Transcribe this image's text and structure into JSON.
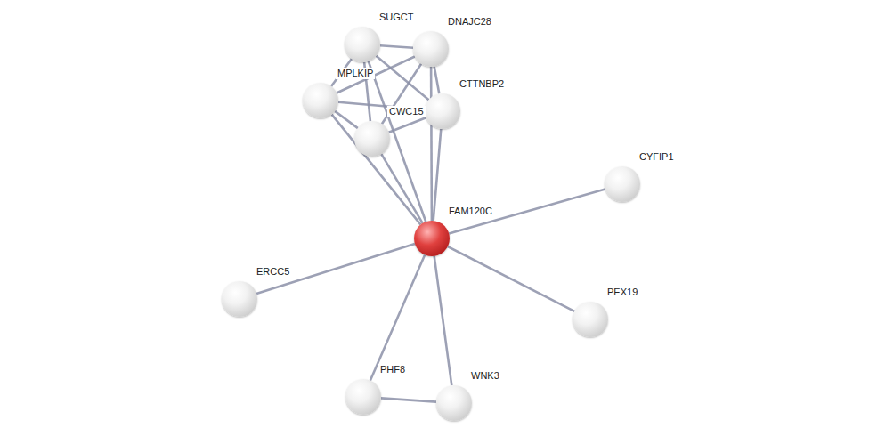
{
  "diagram": {
    "nodes": [
      {
        "text": [
          "SUGCT"
        ]
      },
      {
        "text": [
          "DNAJC28"
        ]
      },
      {
        "text": [
          "MPLKIP"
        ]
      },
      {
        "text": [
          "CTTNBP2"
        ]
      },
      {
        "text": [
          "CWC15"
        ]
      },
      {
        "text": [
          "CYFIP1"
        ]
      },
      {
        "text": [
          "FAM120C"
        ]
      },
      {
        "text": [
          "ERCC5"
        ]
      },
      {
        "text": [
          "PEX19"
        ]
      },
      {
        "text": [
          "PHF8"
        ]
      },
      {
        "text": [
          "WNK3"
        ]
      }
    ],
    "edges": [
      {
        "from": 6,
        "to": 0,
        "arrow": "none"
      },
      {
        "from": 6,
        "to": 1,
        "arrow": "none"
      },
      {
        "from": 6,
        "to": 2,
        "arrow": "none"
      },
      {
        "from": 6,
        "to": 3,
        "arrow": "none"
      },
      {
        "from": 6,
        "to": 4,
        "arrow": "none"
      },
      {
        "from": 6,
        "to": 5,
        "arrow": "none"
      },
      {
        "from": 6,
        "to": 7,
        "arrow": "none"
      },
      {
        "from": 6,
        "to": 8,
        "arrow": "none"
      },
      {
        "from": 6,
        "to": 9,
        "arrow": "none"
      },
      {
        "from": 6,
        "to": 10,
        "arrow": "none"
      },
      {
        "from": 0,
        "to": 1,
        "arrow": "none"
      },
      {
        "from": 0,
        "to": 2,
        "arrow": "none"
      },
      {
        "from": 0,
        "to": 3,
        "arrow": "none"
      },
      {
        "from": 0,
        "to": 4,
        "arrow": "none"
      },
      {
        "from": 1,
        "to": 2,
        "arrow": "none"
      },
      {
        "from": 1,
        "to": 3,
        "arrow": "none"
      },
      {
        "from": 1,
        "to": 4,
        "arrow": "none"
      },
      {
        "from": 2,
        "to": 3,
        "arrow": "none"
      },
      {
        "from": 2,
        "to": 4,
        "arrow": "none"
      },
      {
        "from": 3,
        "to": 4,
        "arrow": "none"
      },
      {
        "from": 9,
        "to": 10,
        "arrow": "none"
      }
    ]
  }
}
